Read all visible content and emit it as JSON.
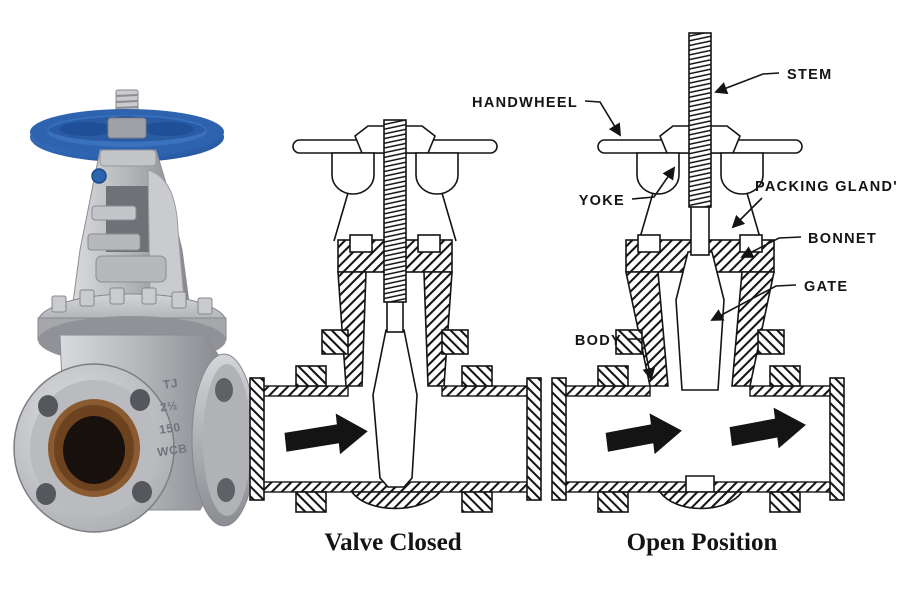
{
  "figure": {
    "description": "Gate valve: product photo beside two cross-section diagrams (closed and open)"
  },
  "captions": {
    "closed": "Valve Closed",
    "open": "Open Position"
  },
  "labels": {
    "handwheel": "HANDWHEEL",
    "stem": "STEM",
    "yoke": "YOKE",
    "packing_gland": "PACKING GLAND'",
    "bonnet": "BONNET",
    "gate": "GATE",
    "body": "BODY"
  },
  "photo": {
    "handwheel_color": "#2e63b0",
    "body_color": "#b6b8bc",
    "markings": [
      "TJ",
      "2½",
      "150",
      "WCB"
    ]
  }
}
